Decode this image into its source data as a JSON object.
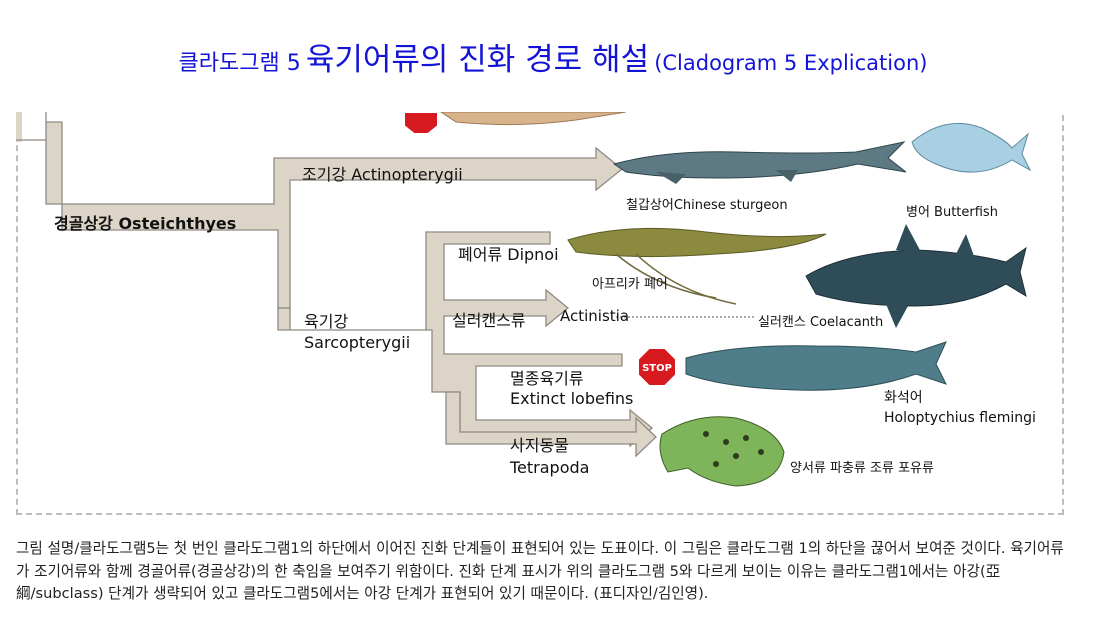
{
  "title": {
    "prefix": "클라도그램 5",
    "main": "육기어류의 진화 경로 해설",
    "suffix": "(Cladogram 5 Explication)"
  },
  "colors": {
    "title": "#1414d6",
    "branch_fill": "#ddd4c8",
    "branch_stroke": "#8f8a84",
    "stop_sign": "#d71920",
    "frame_border": "#bdbdbd"
  },
  "diagram": {
    "osteichthyes": "경골상강 Osteichthyes",
    "actinopterygii": "조기강 Actinopterygii",
    "dipnoi": "폐어류 Dipnoi",
    "sarcopterygii_kr": "육기강",
    "sarcopterygii_en": "Sarcopterygii",
    "actinistia_kr": "실러캔스류",
    "actinistia_en": "Actinistia",
    "extinct_kr": "멸종육기류",
    "extinct_en": "Extinct lobefins",
    "tetrapoda_kr": "사지동물",
    "tetrapoda_en": "Tetrapoda",
    "stop_label": "STOP",
    "species": {
      "sturgeon": "철갑상어Chinese sturgeon",
      "butterfish": "병어 Butterfish",
      "lungfish": "아프리카 폐어",
      "coelacanth": "실러캔스 Coelacanth",
      "holoptychius_kr": "화석어",
      "holoptychius_en": "Holoptychius flemingi",
      "tetrapods": "양서류 파충류 조류 포유류"
    }
  },
  "caption": "그림 설명/클라도그램5는 첫 번인 클라도그램1의 하단에서 이어진 진화 단계들이 표현되어 있는 도표이다. 이 그림은 클라도그램 1의 하단을 끊어서 보여준 것이다. 육기어류가 조기어류와 함께 경골어류(경골상강)의 한 축임을 보여주기 위함이다. 진화 단계 표시가 위의 클라도그램 5와 다르게 보이는 이유는 클라도그램1에서는 아강(亞綱/subclass) 단계가 생략되어 있고 클라도그램5에서는 아강 단계가 표현되어 있기 때문이다. (표디자인/김인영)."
}
